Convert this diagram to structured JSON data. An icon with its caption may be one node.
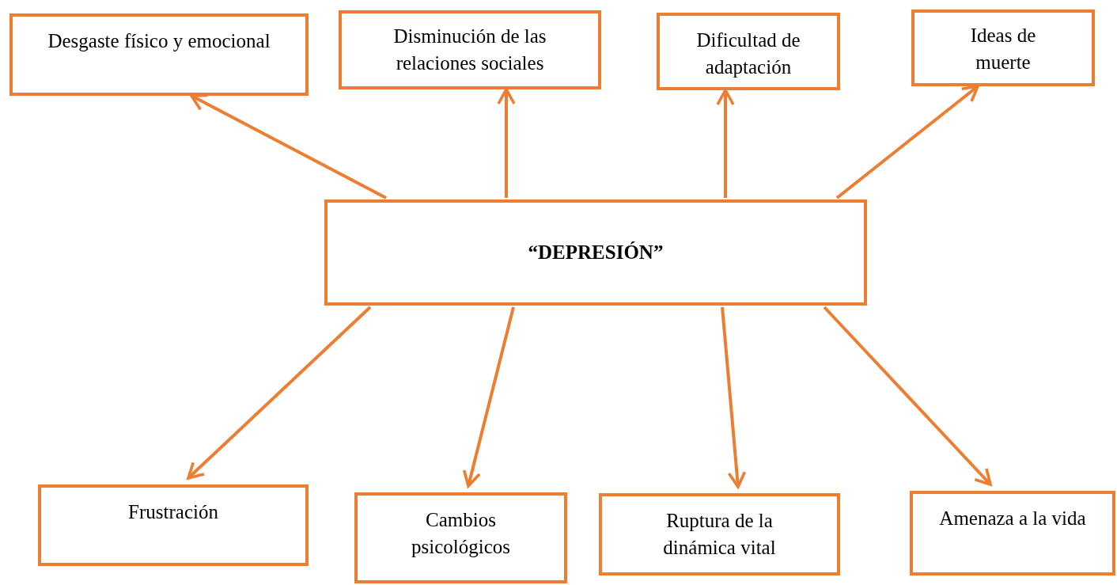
{
  "diagram": {
    "nodes": [
      {
        "text": [
          "“DEPRESIÓN”"
        ]
      },
      {
        "text": [
          "Desgaste físico y emocional"
        ]
      },
      {
        "text": [
          "Disminución de las relaciones sociales"
        ]
      },
      {
        "text": [
          "Dificultad de adaptación"
        ]
      },
      {
        "text": [
          "Ideas de muerte"
        ]
      },
      {
        "text": [
          "Frustración"
        ]
      },
      {
        "text": [
          "Cambios psicológicos"
        ]
      },
      {
        "text": [
          "Ruptura de la dinámica vital"
        ]
      },
      {
        "text": [
          "Amenaza a la vida"
        ]
      }
    ],
    "edges": [
      {
        "from": 0,
        "to": 1,
        "arrow": "to"
      },
      {
        "from": 0,
        "to": 2,
        "arrow": "to"
      },
      {
        "from": 0,
        "to": 3,
        "arrow": "to"
      },
      {
        "from": 0,
        "to": 4,
        "arrow": "to"
      },
      {
        "from": 0,
        "to": 5,
        "arrow": "to"
      },
      {
        "from": 0,
        "to": 6,
        "arrow": "to"
      },
      {
        "from": 0,
        "to": 7,
        "arrow": "to"
      },
      {
        "from": 0,
        "to": 8,
        "arrow": "to"
      }
    ]
  }
}
